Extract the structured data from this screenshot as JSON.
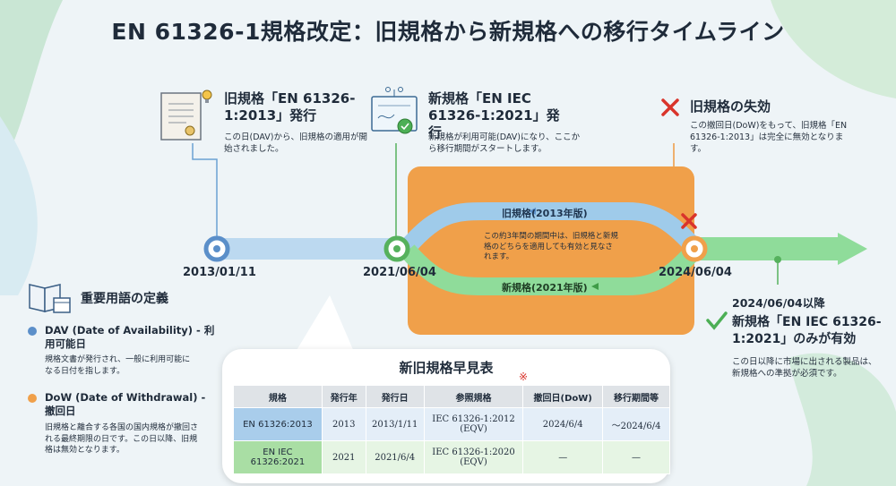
{
  "title": "EN 61326-1規格改定：旧規格から新規格への移行タイムライン",
  "events": {
    "old_publish": {
      "title": "旧規格「EN 61326-1:2013」発行",
      "desc": "この日(DAV)から、旧規格の適用が開始されました。"
    },
    "new_publish": {
      "title": "新規格「EN IEC 61326-1:2021」発行",
      "desc": "新規格が利用可能(DAV)になり、ここから移行期間がスタートします。"
    },
    "old_invalid": {
      "title": "旧規格の失効",
      "desc": "この撤回日(DoW)をもって、旧規格「EN 61326-1:2013」は完全に無効となります。"
    }
  },
  "dates": {
    "d1": "2013/01/11",
    "d2": "2021/06/04",
    "d3": "2024/06/04"
  },
  "transition": {
    "old_lane": "旧規格(2013年版)",
    "new_lane": "新規格(2021年版)",
    "note": "この約3年間の期間中は、旧規格と新規格のどちらを適用しても有効と見なされます。"
  },
  "after": {
    "heading": "2024/06/04以降",
    "title": "新規格「EN IEC 61326-1:2021」のみが有効",
    "desc": "この日以降に市場に出される製品は、新規格への準拠が必須です。"
  },
  "terms": {
    "heading": "重要用語の定義",
    "dav_title": "DAV (Date of Availability) - 利用可能日",
    "dav_desc": "規格文書が発行され、一般に利用可能になる日付を指します。",
    "dow_title": "DoW (Date of Withdrawal) - 撤回日",
    "dow_desc": "旧規格と離合する各国の国内規格が撤回される最終期限の日です。この日以降、旧規格は無効となります。"
  },
  "table": {
    "title": "新旧規格早見表",
    "note_mark": "※",
    "headers": [
      "規格",
      "発行年",
      "発行日",
      "参照規格",
      "撤回日(DoW)",
      "移行期間等"
    ],
    "rows": [
      [
        "EN 61326:2013",
        "2013",
        "2013/1/11",
        "IEC 61326-1:2012 (EQV)",
        "2024/6/4",
        "〜2024/6/4"
      ],
      [
        "EN IEC 61326:2021",
        "2021",
        "2021/6/4",
        "IEC 61326-1:2020 (EQV)",
        "—",
        "—"
      ]
    ]
  },
  "colors": {
    "blue": "#5b8fc9",
    "green": "#63c06a",
    "orange": "#f0a04a",
    "red": "#d9342b"
  }
}
